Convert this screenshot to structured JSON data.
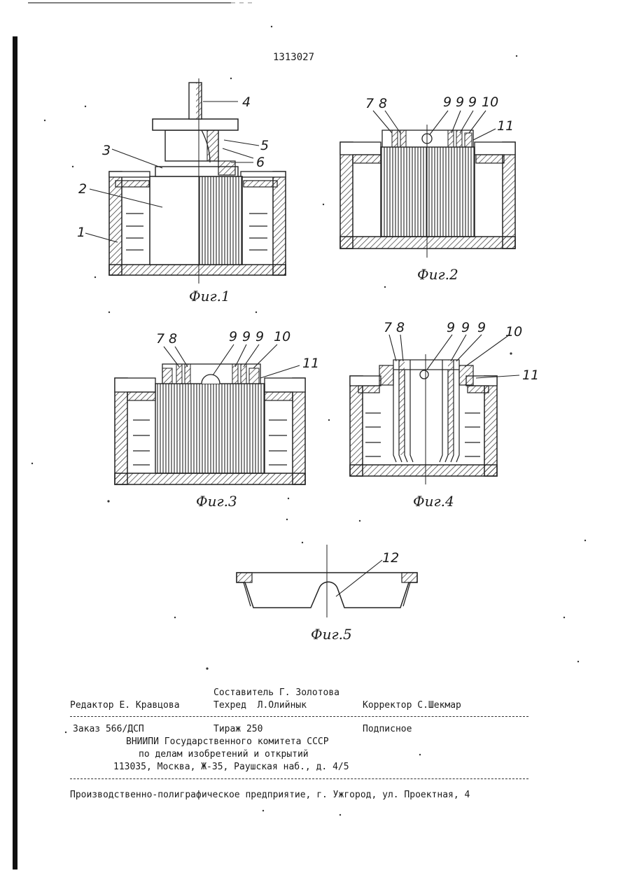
{
  "patent_number": "1313027",
  "figures": {
    "fig1": {
      "caption": "Фиг.1",
      "labels": [
        "1",
        "2",
        "3",
        "4",
        "5",
        "6"
      ]
    },
    "fig2": {
      "caption": "Фиг.2",
      "labels": [
        "7",
        "8",
        "9",
        "9",
        "9",
        "10",
        "11"
      ]
    },
    "fig3": {
      "caption": "Фиг.3",
      "labels": [
        "7",
        "8",
        "9",
        "9",
        "9",
        "10",
        "11"
      ]
    },
    "fig4": {
      "caption": "Фиг.4",
      "labels": [
        "7",
        "8",
        "9",
        "9",
        "9",
        "10",
        "11"
      ]
    },
    "fig5": {
      "caption": "Фиг.5",
      "labels": [
        "12"
      ]
    }
  },
  "colophon": {
    "compiler": "Составитель Г. Золотова",
    "editor": "Редактор Е. Кравцова",
    "techred": "Техред  Л.Олийнык",
    "corrector": "Корректор С.Шекмар",
    "order": "Заказ 566/ДСП",
    "circulation": "Тираж 250",
    "subscription": "Подписное",
    "org_line1": "ВНИИПИ Государственного комитета СССР",
    "org_line2": "по делам изобретений и открытий",
    "address": "113035, Москва, Ж-35, Раушская наб., д. 4/5",
    "printer": "Производственно-полиграфическое предприятие, г. Ужгород, ул. Проектная, 4"
  }
}
